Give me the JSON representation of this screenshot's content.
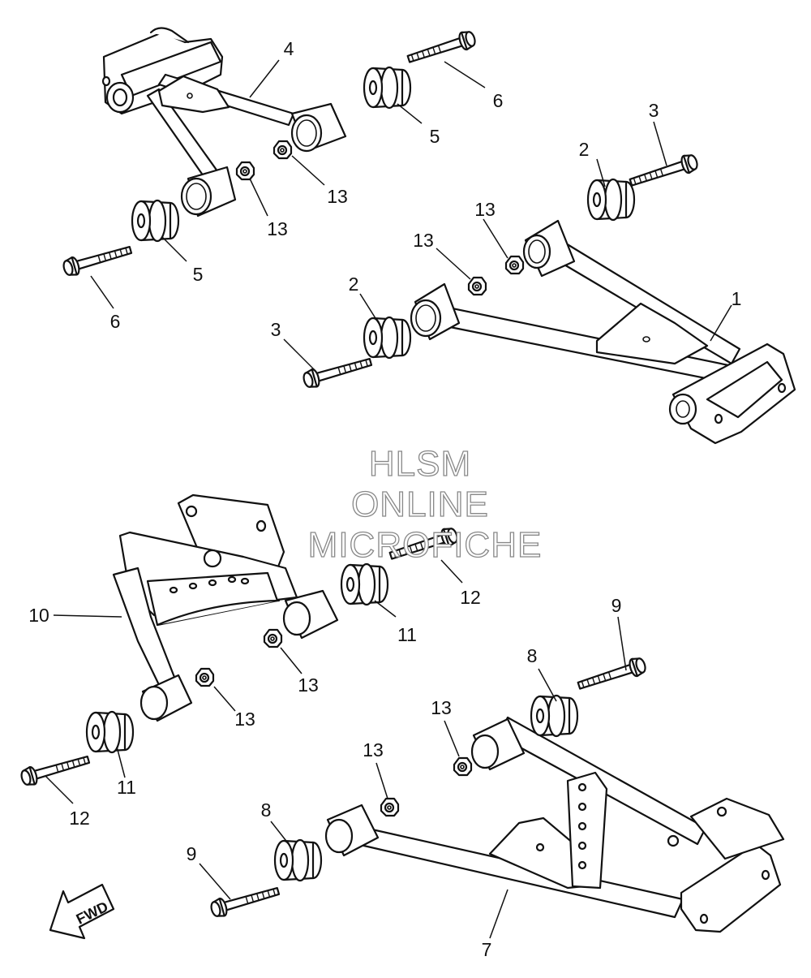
{
  "watermark": {
    "line1": "HLSM",
    "line2": "ONLINE",
    "line3": "MICROFICHE"
  },
  "direction_label": "FWD",
  "callouts": {
    "c1": "1",
    "c2a": "2",
    "c2b": "2",
    "c3a": "3",
    "c3b": "3",
    "c4": "4",
    "c5a": "5",
    "c5b": "5",
    "c6a": "6",
    "c6b": "6",
    "c7": "7",
    "c8a": "8",
    "c8b": "8",
    "c9a": "9",
    "c9b": "9",
    "c10": "10",
    "c11a": "11",
    "c11b": "11",
    "c12a": "12",
    "c12b": "12",
    "c13a": "13",
    "c13b": "13",
    "c13c": "13",
    "c13d": "13",
    "c13e": "13",
    "c13f": "13",
    "c13g": "13",
    "c13h": "13"
  }
}
